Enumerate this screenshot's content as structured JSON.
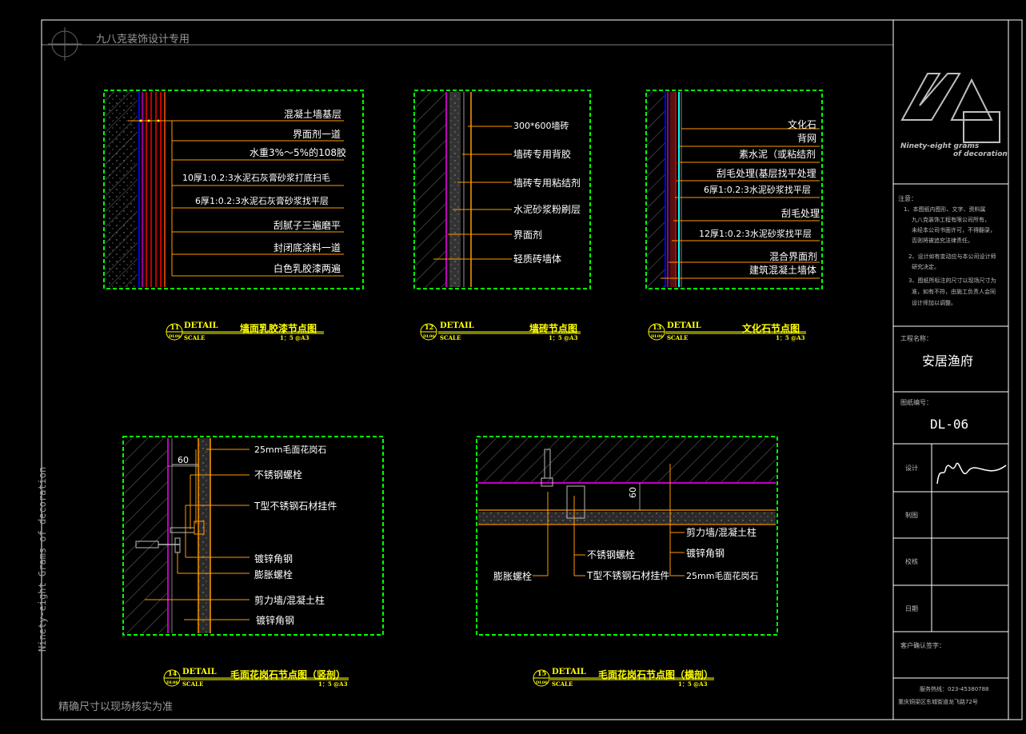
{
  "watermark": {
    "top": "九八克装饰设计专用",
    "vertical": "Ninety-eight Grams of decoration",
    "bottom": "精确尺寸以现场核实为准"
  },
  "details": {
    "d11": {
      "labels": [
        "混凝土墙基层",
        "界面剂一道",
        "水重3%～5%的108胶",
        "10厚1:0.2:3水泥石灰膏砂浆打底扫毛",
        "6厚1:0.2:3水泥石灰膏砂浆找平层",
        "刮腻子三遍磨平",
        "封闭底涂料一道",
        "白色乳胶漆两遍"
      ],
      "num": "11",
      "sheet": "DL06",
      "detail": "DETAIL",
      "scale": "SCALE",
      "title": "墙面乳胶漆节点图",
      "ratio": "1：5 @A3"
    },
    "d12": {
      "labels": [
        "300*600墙砖",
        "墙砖专用背胶",
        "墙砖专用粘结剂",
        "水泥砂浆粉刷层",
        "界面剂",
        "轻质砖墙体"
      ],
      "num": "12",
      "sheet": "DL06",
      "detail": "DETAIL",
      "scale": "SCALE",
      "title": "墙砖节点图",
      "ratio": "1：5 @A3"
    },
    "d13": {
      "labels": [
        "文化石",
        "背网",
        "素水泥（或粘结剂",
        "刮毛处理(基层找平处理",
        "6厚1:0.2:3水泥砂浆找平层",
        "刮毛处理",
        "12厚1:0.2:3水泥砂浆找平层",
        "混合界面剂",
        "建筑混凝土墙体"
      ],
      "num": "13",
      "sheet": "DL06",
      "detail": "DETAIL",
      "scale": "SCALE",
      "title": "文化石节点图",
      "ratio": "1：5 @A3"
    },
    "d14": {
      "labels": [
        "25mm毛面花岗石",
        "不锈钢螺栓",
        "T型不锈钢石材挂件",
        "镀锌角钢",
        "膨胀螺栓",
        "剪力墙/混凝土柱",
        "镀锌角钢"
      ],
      "dim": "60",
      "num": "14",
      "sheet": "DL06",
      "detail": "DETAIL",
      "scale": "SCALE",
      "title": "毛面花岗石节点图（竖剖）",
      "ratio": "1：5 @A3"
    },
    "d15": {
      "labels": [
        "剪力墙/混凝土柱",
        "镀锌角钢",
        "不锈钢螺栓",
        "膨胀螺栓",
        "T型不锈钢石材挂件",
        "25mm毛面花岗石"
      ],
      "dim": "60",
      "num": "15",
      "sheet": "DL06",
      "detail": "DETAIL",
      "scale": "SCALE",
      "title": "毛面花岗石节点图（横剖）",
      "ratio": "1：5 @A3"
    }
  },
  "title_block": {
    "logo_text_1": "Ninety-eight grams",
    "logo_text_2": "of decoration",
    "notes_title": "注意：",
    "notes": [
      "1、本图纸内图形、文字、资料属",
      "九八克装饰工程有限公司所有，",
      "未经本公司书面许可，不得翻录，",
      "否则将被追究法律责任。",
      "2、设计如有变动应与本公司设计师",
      "研究决定。",
      "3、图纸所标注的尺寸以现场尺寸为",
      "准，如有不符，由施工负责人会同",
      "设计师加以调整。"
    ],
    "project_label": "工程名称：",
    "project_name": "安居渔府",
    "drawing_no_label": "图纸编号：",
    "drawing_no": "DL-06",
    "design_label": "设计",
    "draw_label": "制图",
    "check_label": "校核",
    "date_label": "日期",
    "client_label": "客户确认签字：",
    "hotline": "服务热线：023-45380788",
    "address": "重庆铜梁区东城街道龙飞路72号"
  },
  "colors": {
    "frame": "#ffffff",
    "green": "#00ff00",
    "yellow": "#ffff00",
    "orange": "#ff9a00",
    "red": "#ff0000",
    "blue": "#0000ff",
    "purple": "#c000c0",
    "hatch": "#808080"
  }
}
